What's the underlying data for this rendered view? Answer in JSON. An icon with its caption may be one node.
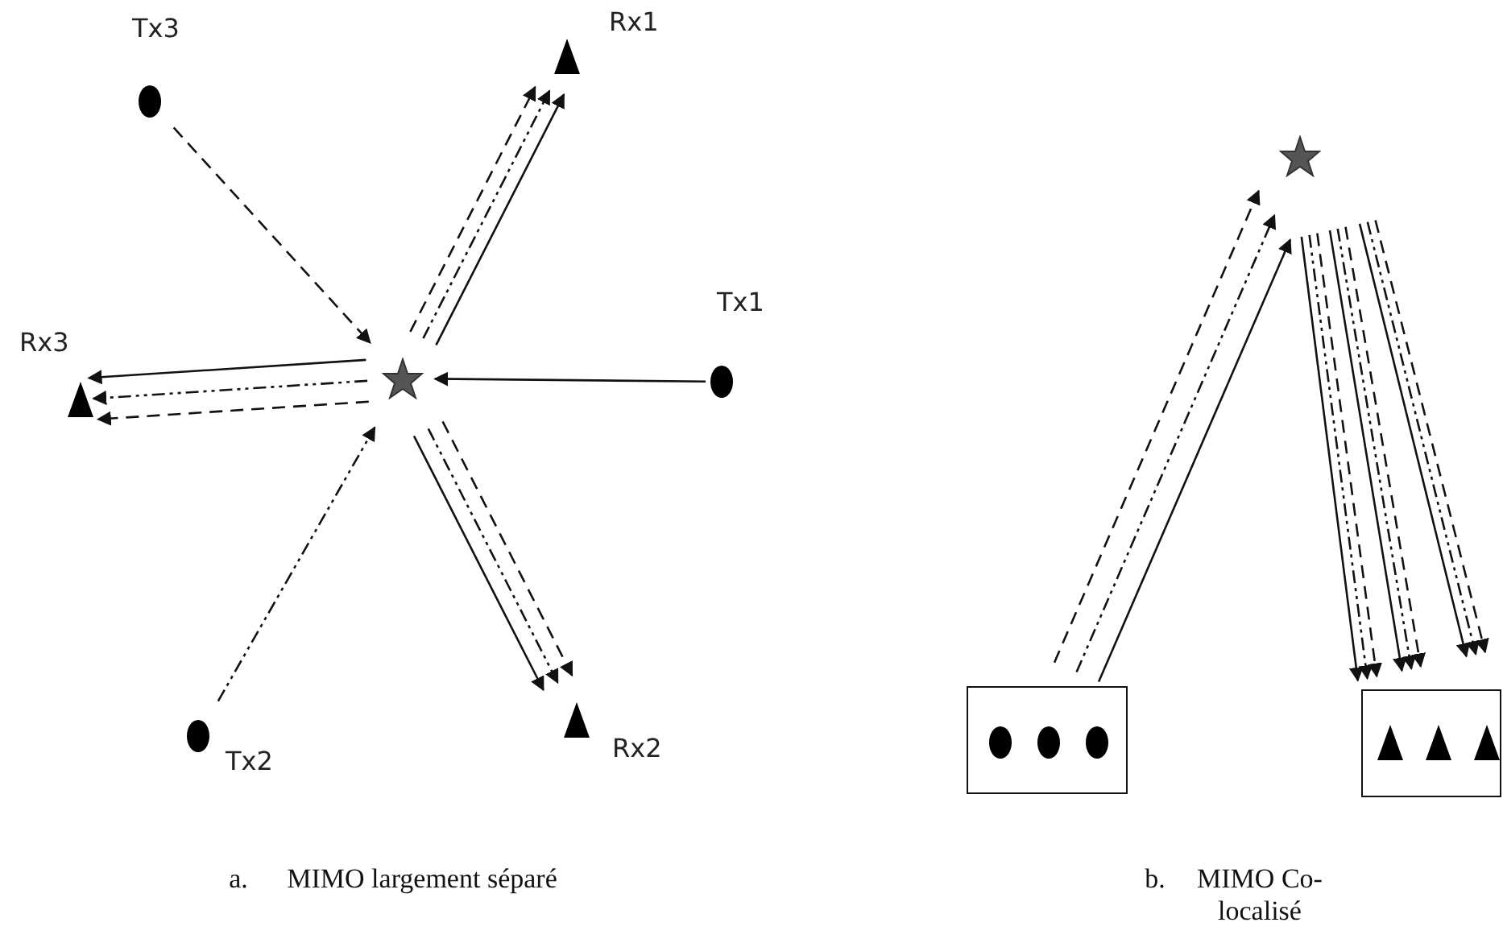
{
  "diagram": {
    "nodes": [
      {
        "text": [
          "Tx3"
        ]
      },
      {
        "text": [
          "Rx1"
        ]
      },
      {
        "text": [
          "Tx1"
        ]
      },
      {
        "text": [
          "Rx3"
        ]
      },
      {
        "text": [],
        "shape": "star"
      },
      {
        "text": [
          "Tx2"
        ]
      },
      {
        "text": [
          "Rx2"
        ]
      },
      {
        "text": [],
        "shape": "star"
      },
      {
        "text": [],
        "shape": "box"
      },
      {
        "text": [],
        "shape": "circle",
        "in": 8
      },
      {
        "text": [],
        "shape": "circle",
        "in": 8
      },
      {
        "text": [],
        "shape": "circle",
        "in": 8
      },
      {
        "text": [],
        "shape": "box"
      },
      {
        "text": [],
        "shape": "triangle",
        "in": 12
      },
      {
        "text": [],
        "shape": "triangle",
        "in": 12
      },
      {
        "text": [],
        "shape": "triangle",
        "in": 12
      }
    ],
    "edges": [
      {
        "from": 0,
        "to": 4,
        "arrow": "to",
        "style": "dashed"
      },
      {
        "from": 2,
        "to": 4,
        "arrow": "to"
      },
      {
        "from": 5,
        "to": 4,
        "arrow": "to",
        "style": "dashed"
      },
      {
        "from": 4,
        "to": 1,
        "arrow": "to",
        "style": "dashed"
      },
      {
        "from": 4,
        "to": 1,
        "arrow": "to",
        "style": "dashed"
      },
      {
        "from": 4,
        "to": 1,
        "arrow": "to"
      },
      {
        "from": 4,
        "to": 3,
        "arrow": "to"
      },
      {
        "from": 4,
        "to": 3,
        "arrow": "to",
        "style": "dashed"
      },
      {
        "from": 4,
        "to": 3,
        "arrow": "to",
        "style": "dashed"
      },
      {
        "from": 4,
        "to": 6,
        "arrow": "to",
        "style": "dashed"
      },
      {
        "from": 4,
        "to": 6,
        "arrow": "to",
        "style": "dashed"
      },
      {
        "from": 4,
        "to": 6,
        "arrow": "to"
      },
      {
        "from": 8,
        "to": 7,
        "arrow": "to",
        "style": "dashed"
      },
      {
        "from": 8,
        "to": 7,
        "arrow": "to",
        "style": "dashed"
      },
      {
        "from": 8,
        "to": 7,
        "arrow": "to"
      },
      {
        "from": 7,
        "to": 12,
        "arrow": "to"
      },
      {
        "from": 7,
        "to": 12,
        "arrow": "to",
        "style": "dashed"
      },
      {
        "from": 7,
        "to": 12,
        "arrow": "to",
        "style": "dashed"
      },
      {
        "from": 7,
        "to": 12,
        "arrow": "to"
      },
      {
        "from": 7,
        "to": 12,
        "arrow": "to",
        "style": "dashed"
      },
      {
        "from": 7,
        "to": 12,
        "arrow": "to",
        "style": "dashed"
      },
      {
        "from": 7,
        "to": 12,
        "arrow": "to"
      },
      {
        "from": 7,
        "to": 12,
        "arrow": "to",
        "style": "dashed"
      },
      {
        "from": 7,
        "to": 12,
        "arrow": "to",
        "style": "dashed"
      }
    ],
    "labels": [
      "a.",
      "MIMO largement séparé",
      "b.",
      "MIMO Co-localisé"
    ]
  }
}
